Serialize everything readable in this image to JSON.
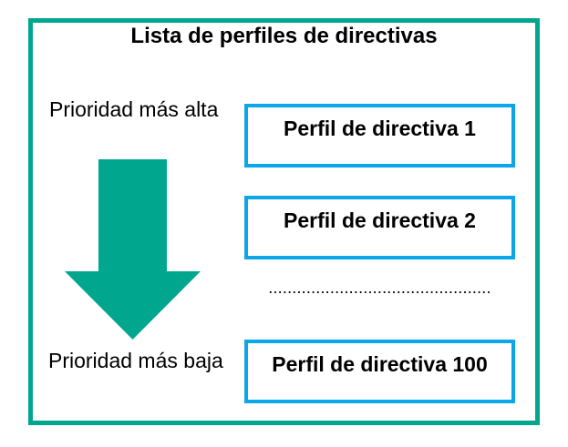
{
  "diagram": {
    "title": "Lista de perfiles de directivas",
    "priority_high_label": "Prioridad más alta",
    "priority_low_label": "Prioridad más baja",
    "ellipsis": "...............................................",
    "profiles": [
      {
        "label": "Perfil de directiva 1"
      },
      {
        "label": "Perfil de directiva 2"
      },
      {
        "label": "Perfil de directiva 100"
      }
    ],
    "colors": {
      "frame": "#00A78E",
      "arrow": "#00A78E",
      "box_border": "#0BA7E8",
      "text": "#000000"
    }
  }
}
